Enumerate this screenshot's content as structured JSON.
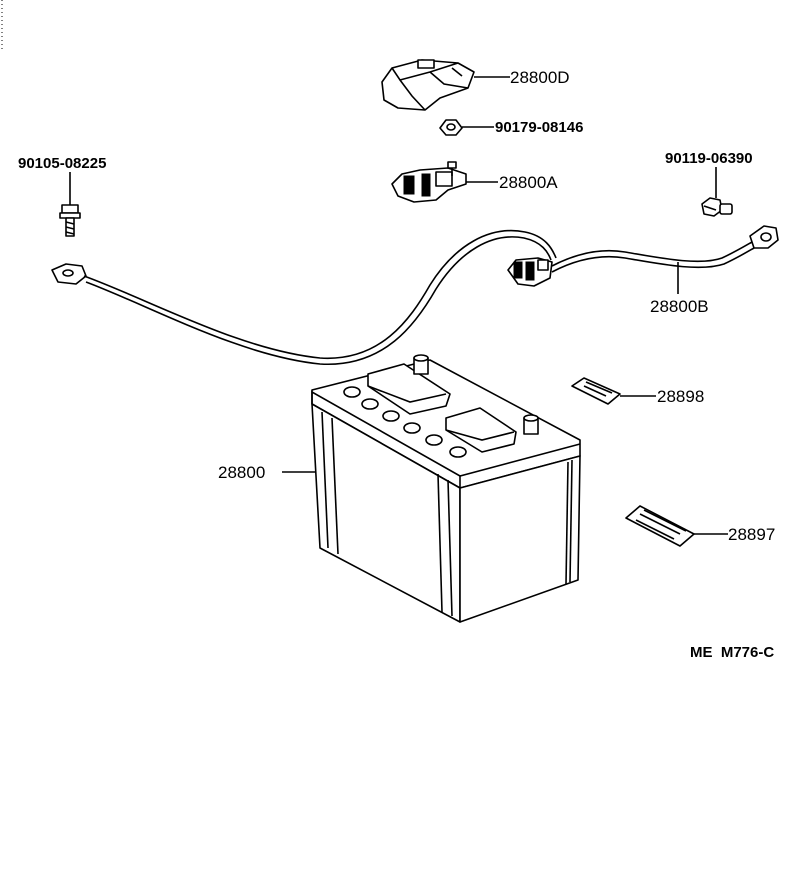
{
  "labels": {
    "hold_down_clamp": "28800D",
    "clamp_nut": "90179-08146",
    "positive_terminal": "28800A",
    "ground_bolt": "90105-08225",
    "cable_bolt": "90119-06390",
    "cable": "28800B",
    "label_small": "28898",
    "battery": "28800",
    "label_large": "28897",
    "diagram_code": "ME  M776-C"
  }
}
